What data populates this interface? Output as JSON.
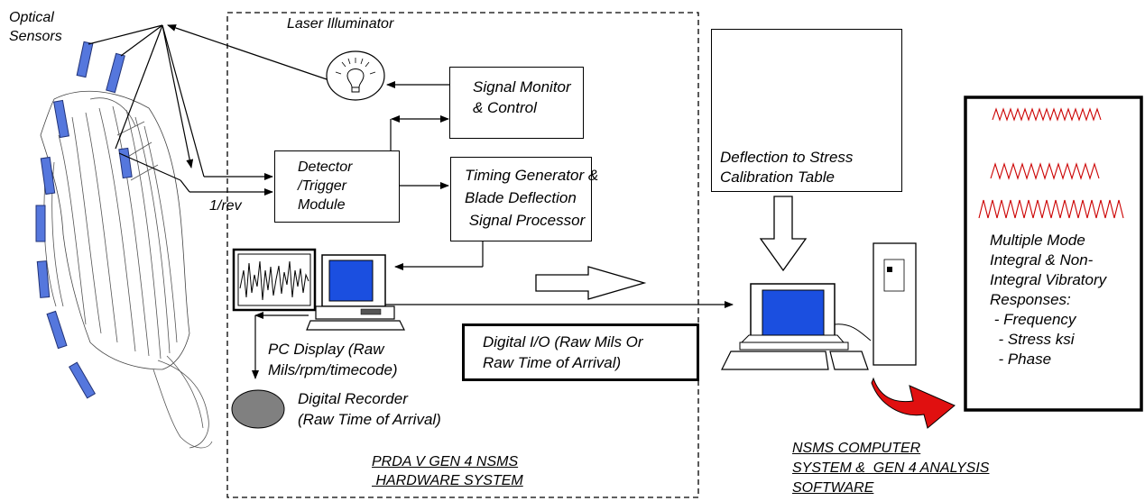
{
  "labels": {
    "optical_sensors": "Optical\nSensors",
    "laser_illuminator": "Laser Illuminator",
    "signal_monitor": "Signal Monitor\n& Control",
    "detector_trigger": "Detector\n/Trigger\nModule",
    "one_rev": "1/rev",
    "timing_generator": "Timing Generator &\nBlade Deflection\n Signal Processor",
    "calibration_table": "Deflection to Stress\nCalibration Table",
    "pc_display": "PC Display (Raw\nMils/rpm/timecode)",
    "digital_recorder": "Digital Recorder\n(Raw Time of Arrival)",
    "digital_io": "Digital I/O (Raw Mils Or\nRaw Time of Arrival)",
    "hardware_system": "PRDA V GEN 4 NSMS\n HARDWARE SYSTEM",
    "computer_system": "NSMS COMPUTER\nSYSTEM &  GEN 4 ANALYSIS\nSOFTWARE",
    "responses": "Multiple Mode\nIntegral & Non-\nIntegral Vibratory\nResponses:\n - Frequency\n  - Stress ksi\n  - Phase"
  },
  "colors": {
    "sensor_blue": "#5577dd",
    "screen_blue": "#1b4fe0",
    "waveform_red": "#cc0000",
    "big_arrow_red": "#e01010",
    "recorder_gray": "#808080"
  }
}
